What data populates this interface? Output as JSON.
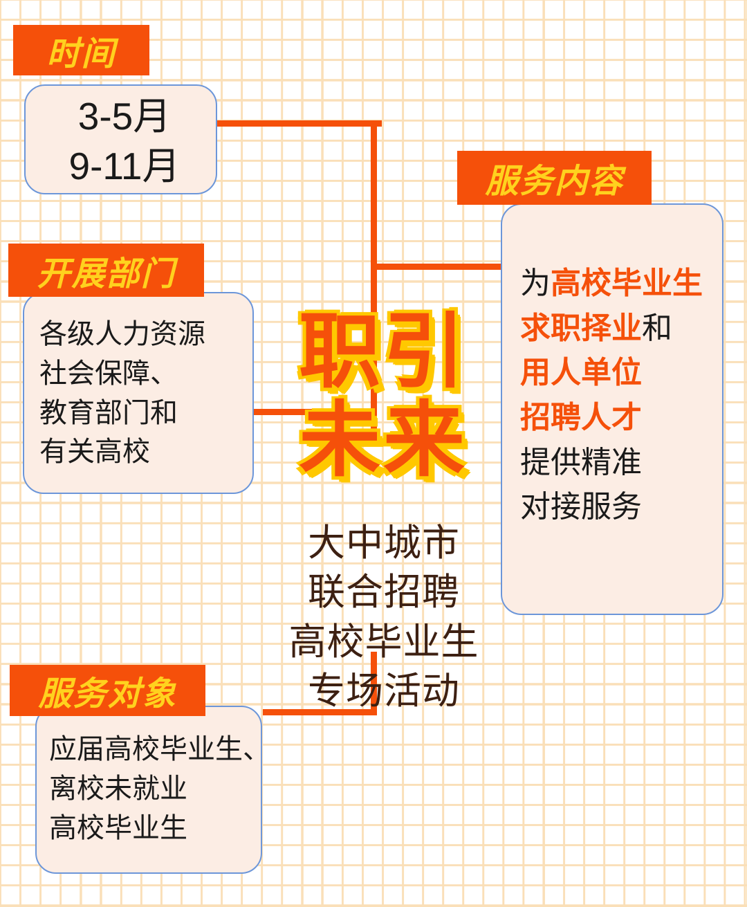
{
  "theme": {
    "accent_orange": "#F5500A",
    "tag_text_yellow": "#FFD21E",
    "title_shadow_yellow": "#FFC800",
    "card_fill": "#FCEDE4",
    "card_border_blue": "#6C96D9",
    "grid_line": "#FADFB8",
    "subtitle_brown": "#3D2012"
  },
  "center": {
    "title_line1": "职引",
    "title_line2": "未来",
    "subtitle": "大中城市\n联合招聘\n高校毕业生\n专场活动"
  },
  "branches": [
    {
      "id": "time",
      "tag": "时间",
      "body": "3-5月\n9-11月"
    },
    {
      "id": "department",
      "tag": "开展部门",
      "body": "各级人力资源\n社会保障、\n教育部门和\n有关高校"
    },
    {
      "id": "audience",
      "tag": "服务对象",
      "body": "应届高校毕业生、\n离校未就业\n高校毕业生"
    },
    {
      "id": "service-content",
      "tag": "服务内容",
      "body_segments": [
        {
          "text": "为",
          "highlight": false
        },
        {
          "text": "高校毕业生",
          "highlight": true
        },
        {
          "text": "\n",
          "highlight": false
        },
        {
          "text": "求职择业",
          "highlight": true
        },
        {
          "text": "和",
          "highlight": false
        },
        {
          "text": "\n",
          "highlight": false
        },
        {
          "text": "用人单位",
          "highlight": true
        },
        {
          "text": "\n",
          "highlight": false
        },
        {
          "text": "招聘人才",
          "highlight": true
        },
        {
          "text": "\n",
          "highlight": false
        },
        {
          "text": "提供精准",
          "highlight": false
        },
        {
          "text": "\n",
          "highlight": false
        },
        {
          "text": "对接服务",
          "highlight": false
        }
      ]
    }
  ]
}
